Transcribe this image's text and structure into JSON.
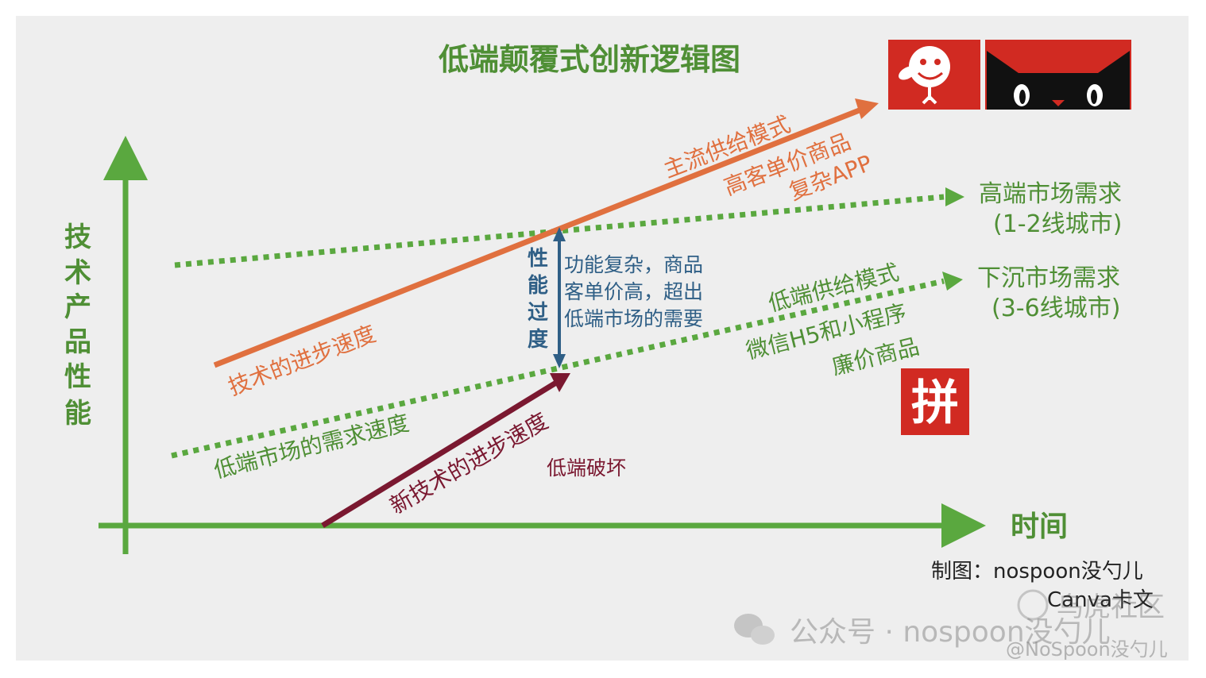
{
  "title": "低端颠覆式创新逻辑图",
  "axes": {
    "y_label": "技术产品性能",
    "x_label": "时间"
  },
  "lines": {
    "mainstream_tech": {
      "label": "技术的进步速度",
      "supply_labels": [
        "主流供给模式",
        "高客单价商品",
        "复杂APP"
      ]
    },
    "high_end_demand": {
      "label_line1": "高端市场需求",
      "label_line2": "(1-2线城市)"
    },
    "low_end_demand": {
      "label": "低端市场的需求速度",
      "label_line1": "下沉市场需求",
      "label_line2": "(3-6线城市)",
      "supply_labels": [
        "低端供给模式",
        "微信H5和小程序",
        "廉价商品"
      ]
    },
    "new_tech": {
      "label": "新技术的进步速度"
    }
  },
  "overshoot": {
    "vertical_label": [
      "性",
      "能",
      "过",
      "度"
    ],
    "note": [
      "功能复杂，商品",
      "客单价高，超出",
      "低端市场的需要"
    ]
  },
  "disruption_label": "低端破坏",
  "logos": {
    "jd_icon": "jd-dog-logo",
    "tmall_icon": "tmall-cat-logo",
    "pdd_glyph": "拼"
  },
  "credit": {
    "line1": "制图：nospoon没勺儿",
    "line2": "Canva卡文"
  },
  "watermark": {
    "wechat": "公众号 · nospoon没勺儿",
    "community": "鸟虎社区",
    "handle": "@NoSpoon没勺儿"
  },
  "colors": {
    "green": "#5aa83f",
    "title_green": "#4f8f35",
    "orange": "#e0703f",
    "maroon": "#7a1830",
    "blue": "#2f5f86",
    "red": "#d12a22"
  }
}
